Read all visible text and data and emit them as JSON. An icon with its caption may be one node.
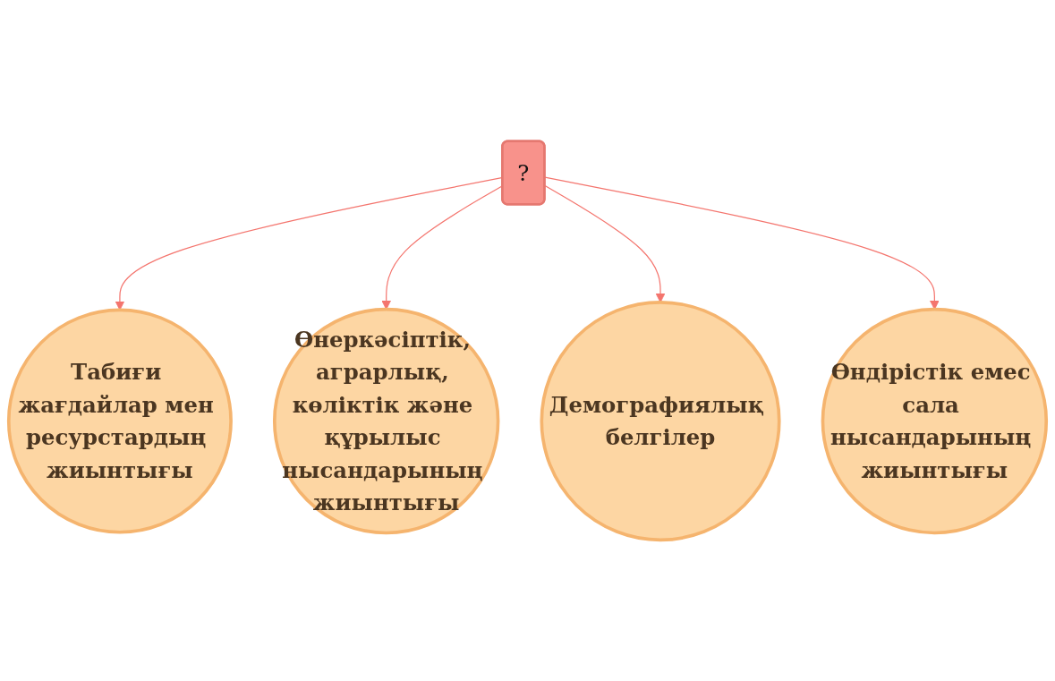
{
  "diagram": {
    "nodes": [
      {
        "text": [
          "Табиғи жағдайлар мен ресурстардың жиынтығы"
        ]
      },
      {
        "text": [
          "Өнеркәсіптік, аграрлық, көліктік және құрылыс нысандарының жиынтығы"
        ]
      },
      {
        "text": [
          "?"
        ]
      },
      {
        "text": [
          "Демографиялық белгілер"
        ]
      },
      {
        "text": [
          "Өндірістік емес сала нысандарының жиынтығы"
        ]
      }
    ],
    "edges": [
      {
        "from": 2,
        "to": 0,
        "arrow": "to"
      },
      {
        "from": 2,
        "to": 1,
        "arrow": "to"
      },
      {
        "from": 2,
        "to": 3,
        "arrow": "to"
      },
      {
        "from": 2,
        "to": 4,
        "arrow": "to"
      }
    ]
  }
}
